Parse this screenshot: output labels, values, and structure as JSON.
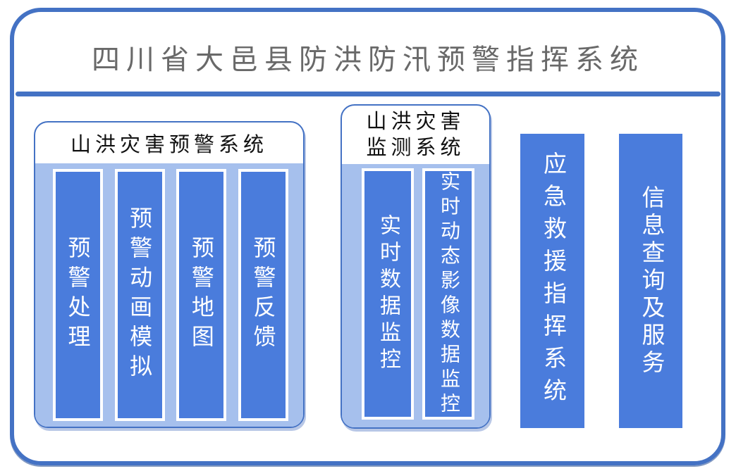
{
  "page": {
    "title": "四川省大邑县防洪防汛预警指挥系统"
  },
  "colors": {
    "frame_border": "#4472C4",
    "divider": "#4472C4",
    "box_border": "#4472C4",
    "panel_fill": "#A6C0ED",
    "module_fill": "#4A7CDC",
    "title_text": "#696969",
    "module_text": "#FFFFFF"
  },
  "warning_system": {
    "title": "山洪灾害预警系统",
    "modules": [
      "预警处理",
      "预警动画模拟",
      "预警地图",
      "预警反馈"
    ]
  },
  "monitoring_system": {
    "title_line1": "山洪灾害",
    "title_line2": "监测系统",
    "modules": [
      "实时数据监控",
      "实时动态影像数据监控"
    ]
  },
  "standalone_modules": [
    "应急救援指挥系统",
    "信息查询及服务"
  ]
}
